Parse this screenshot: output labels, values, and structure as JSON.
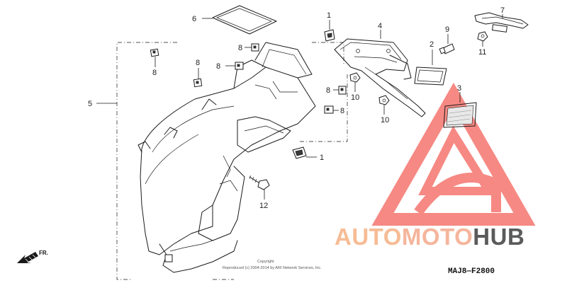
{
  "callouts": {
    "c1_top": "1",
    "c1_bottom": "1",
    "c2": "2",
    "c3": "3",
    "c4": "4",
    "c5": "5",
    "c6": "6",
    "c7": "7",
    "c8_a": "8",
    "c8_b": "8",
    "c8_c": "8",
    "c8_d": "8",
    "c8_e": "8",
    "c9": "9",
    "c10_a": "10",
    "c10_b": "10",
    "c11": "11",
    "c12": "12"
  },
  "direction": {
    "label": "FR."
  },
  "copyright": {
    "line1": "Copyright",
    "line2": "Reproduced (c) 2004-2014 by ARI Network Services, Inc."
  },
  "diagram_code": "MAJ8—F2800",
  "watermark": {
    "part1": "AUTO",
    "part2": "MOTO",
    "part3": "HUB",
    "color1": "#f5b183",
    "color2": "#f4a98c",
    "color3": "#333333",
    "triangle_color": "#f4625a"
  }
}
